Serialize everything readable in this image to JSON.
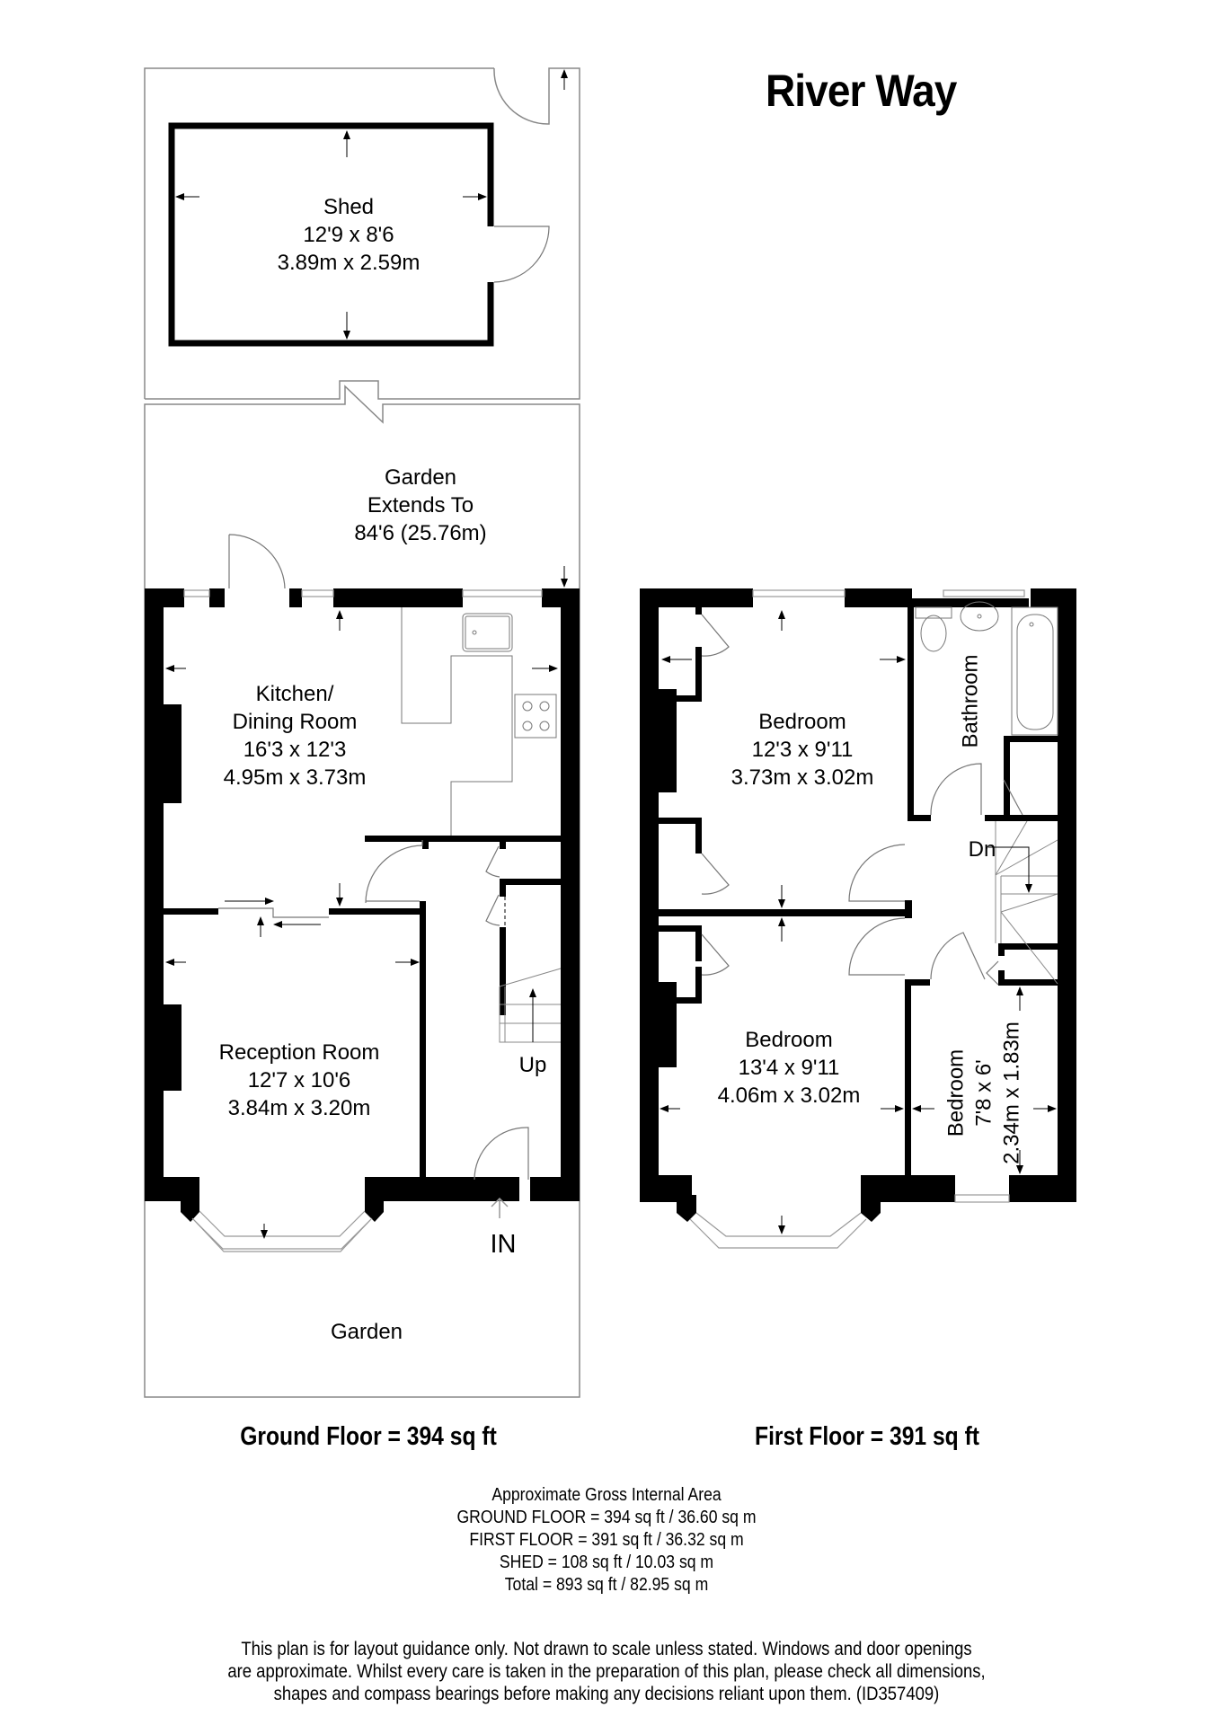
{
  "title": "River Way",
  "ground_floor": {
    "area_label": "Ground Floor = 394 sq ft",
    "rooms": [
      {
        "name": "Shed",
        "imperial": "12'9 x 8'6",
        "metric": "3.89m x 2.59m"
      },
      {
        "name": "Kitchen/",
        "name2": "Dining Room",
        "imperial": "16'3 x 12'3",
        "metric": "4.95m x 3.73m"
      },
      {
        "name": "Reception Room",
        "imperial": "12'7 x 10'6",
        "metric": "3.84m x 3.20m"
      }
    ],
    "garden_rear": {
      "line1": "Garden",
      "line2": "Extends To",
      "line3": "84'6 (25.76m)"
    },
    "garden_front": "Garden",
    "stairs_label": "Up",
    "entrance_label": "IN"
  },
  "first_floor": {
    "area_label": "First Floor = 391 sq ft",
    "rooms": [
      {
        "name": "Bedroom",
        "imperial": "12'3 x 9'11",
        "metric": "3.73m x 3.02m"
      },
      {
        "name": "Bedroom",
        "imperial": "13'4 x 9'11",
        "metric": "4.06m x 3.02m"
      },
      {
        "name": "Bedroom",
        "imperial": "7'8 x 6'",
        "metric": "2.34m x 1.83m"
      },
      {
        "name": "Bathroom"
      }
    ],
    "stairs_label": "Dn"
  },
  "summary": {
    "heading": "Approximate Gross Internal Area",
    "lines": [
      "GROUND FLOOR = 394 sq ft / 36.60 sq m",
      "FIRST FLOOR = 391 sq ft / 36.32 sq m",
      "SHED = 108 sq ft / 10.03 sq m",
      "Total = 893 sq ft / 82.95 sq m"
    ]
  },
  "disclaimer": [
    "This plan is for layout guidance only. Not drawn to scale unless stated. Windows and door openings",
    "are approximate. Whilst every care is taken in the preparation of this plan, please check all dimensions,",
    "shapes and compass bearings before making any decisions reliant upon them. (ID357409)"
  ]
}
